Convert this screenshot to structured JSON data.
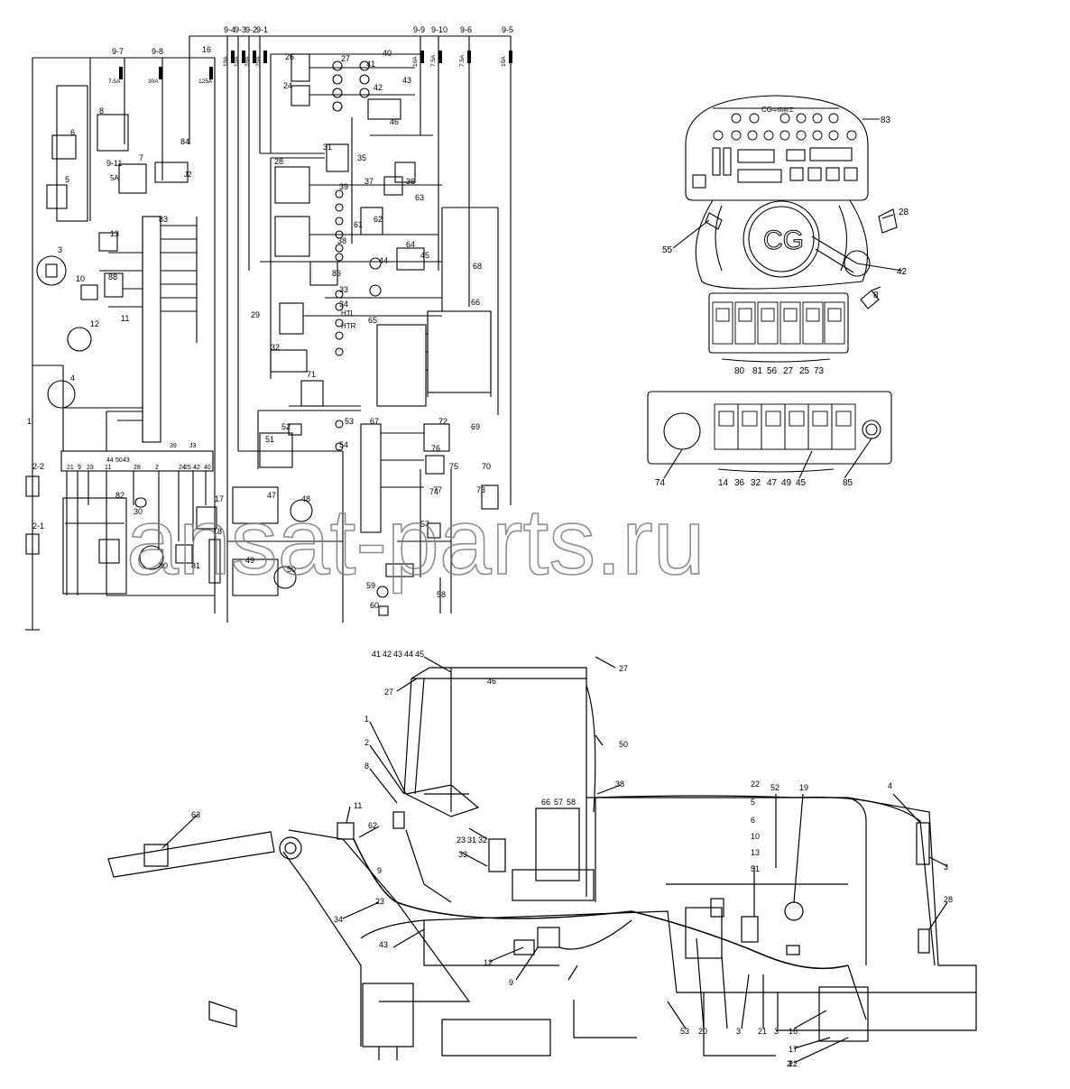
{
  "watermark": "ansat-parts.ru",
  "fuses": [
    {
      "id": "9-7",
      "rating": "7.5A"
    },
    {
      "id": "9-8",
      "rating": "30A"
    },
    {
      "id": "16",
      "rating": "125A"
    },
    {
      "id": "9-4",
      "rating": "10A"
    },
    {
      "id": "9-3",
      "rating": "10A"
    },
    {
      "id": "9-2",
      "rating": "20A"
    },
    {
      "id": "9-1",
      "rating": "20A"
    },
    {
      "id": "9-9",
      "rating": "10A"
    },
    {
      "id": "9-10",
      "rating": "7.5A"
    },
    {
      "id": "9-6",
      "rating": "7.5A"
    },
    {
      "id": "9-5",
      "rating": "10A"
    }
  ],
  "schematic_labels": {
    "left_numbers": [
      "1",
      "2-2",
      "2-1",
      "3",
      "4",
      "5",
      "6",
      "7",
      "8",
      "9-11",
      "10",
      "11",
      "12",
      "13",
      "17",
      "18",
      "30",
      "80",
      "81",
      "82",
      "83",
      "84",
      "88"
    ],
    "bus_numbers": [
      "21",
      "9",
      "23",
      "11",
      "44",
      "50",
      "43",
      "28",
      "2",
      "24",
      "25",
      "42",
      "40",
      "39",
      "J3"
    ],
    "mid_numbers": [
      "24",
      "26",
      "27",
      "28",
      "29",
      "31",
      "32",
      "33",
      "34",
      "35",
      "36",
      "37",
      "38",
      "39",
      "40",
      "41",
      "42",
      "43",
      "44",
      "45",
      "46",
      "47",
      "48",
      "49",
      "50",
      "51",
      "52",
      "53",
      "54",
      "57",
      "58",
      "59",
      "60",
      "61",
      "62",
      "63",
      "64",
      "65",
      "66",
      "67",
      "68",
      "69",
      "70",
      "71",
      "72",
      "73",
      "74",
      "75",
      "76",
      "77",
      "86"
    ],
    "text_tags": [
      "HTL",
      "HTR",
      "5A",
      "J2"
    ]
  },
  "dashboard": {
    "brand": "CG",
    "brand_cn": "中国柳工",
    "label": "83",
    "steering_labels": [
      "55",
      "42",
      "28",
      "8"
    ],
    "switch_row_labels": [
      "80",
      "81",
      "56",
      "27",
      "25",
      "73"
    ],
    "lower_panel_labels": [
      "74",
      "14",
      "36",
      "32",
      "47",
      "49",
      "45",
      "85"
    ]
  },
  "loader_labels": [
    "41",
    "42",
    "43",
    "44",
    "45",
    "27",
    "46",
    "27",
    "50",
    "1",
    "2",
    "8",
    "63",
    "11",
    "62",
    "9",
    "23",
    "34",
    "43",
    "12",
    "9",
    "23",
    "31",
    "32",
    "33",
    "66",
    "57",
    "58",
    "38",
    "22",
    "5",
    "6",
    "10",
    "13",
    "51",
    "52",
    "19",
    "4",
    "3",
    "28",
    "53",
    "20",
    "3",
    "21",
    "3",
    "16",
    "17",
    "1",
    "2",
    "22"
  ]
}
